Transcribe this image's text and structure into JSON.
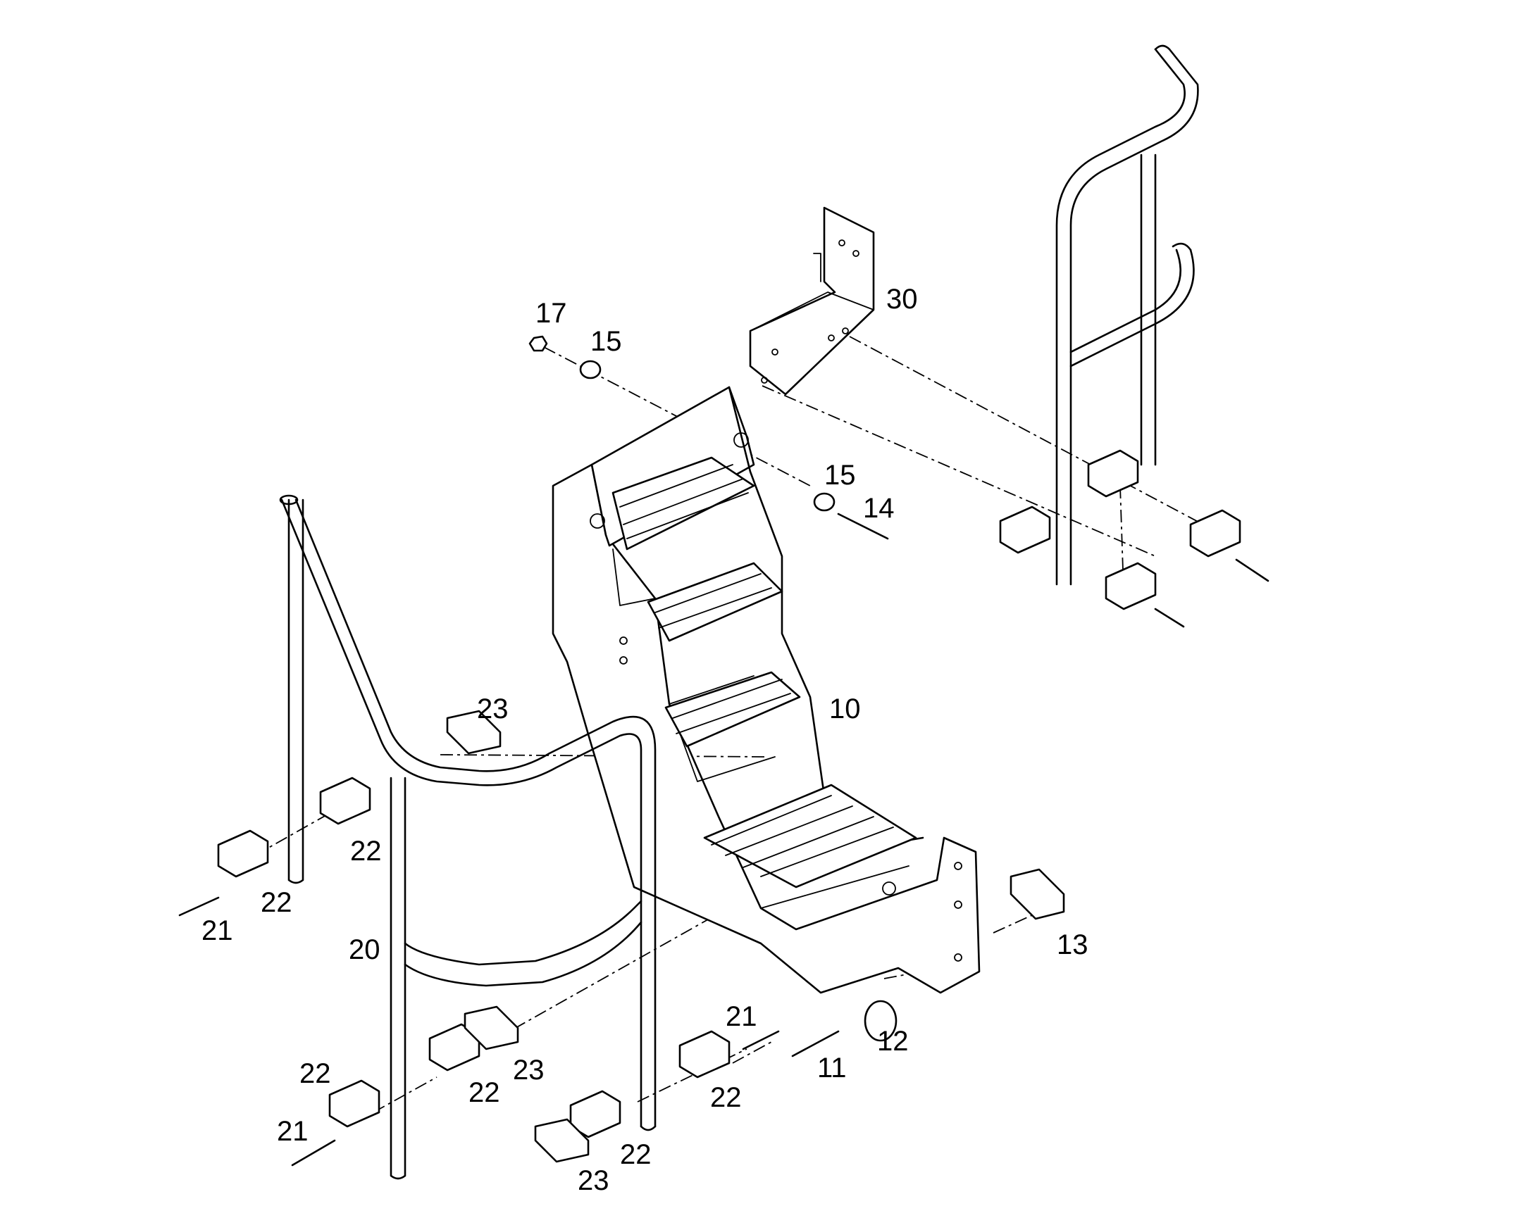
{
  "callouts": {
    "c10": "10",
    "c11": "11",
    "c12": "12",
    "c13": "13",
    "c14": "14",
    "c15a": "15",
    "c15b": "15",
    "c17": "17",
    "c20": "20",
    "c21a": "21",
    "c21b": "21",
    "c21c": "21",
    "c22a": "22",
    "c22b": "22",
    "c22c": "22",
    "c22d": "22",
    "c22e": "22",
    "c22f": "22",
    "c23a": "23",
    "c23b": "23",
    "c23c": "23",
    "c30": "30"
  }
}
